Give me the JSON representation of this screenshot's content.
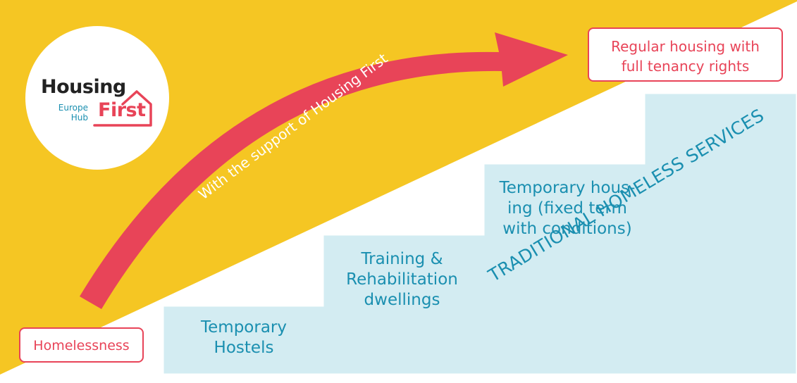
{
  "logo": {
    "title": "Housing",
    "sub_line1": "Europe",
    "sub_line2": "Hub",
    "highlight": "First"
  },
  "arrow_label": "With the support of Housing First",
  "start_label": "Homelessness",
  "end_label": {
    "line1": "Regular housing with",
    "line2": "full tenancy rights"
  },
  "steps": [
    {
      "lines": [
        "Temporary",
        "Hostels"
      ]
    },
    {
      "lines": [
        "Training &",
        "Rehabilitation",
        "dwellings"
      ]
    },
    {
      "lines": [
        "Temporary hous-",
        "ing (fixed term",
        "with conditions)"
      ]
    }
  ],
  "traditional_label": "TRADITIONAL HOMELESS SERVICES",
  "colors": {
    "yellow": "#f5c623",
    "light_blue": "#d3ecf2",
    "accent_red": "#e84458",
    "teal_text": "#1a8fb0",
    "white": "#ffffff"
  }
}
